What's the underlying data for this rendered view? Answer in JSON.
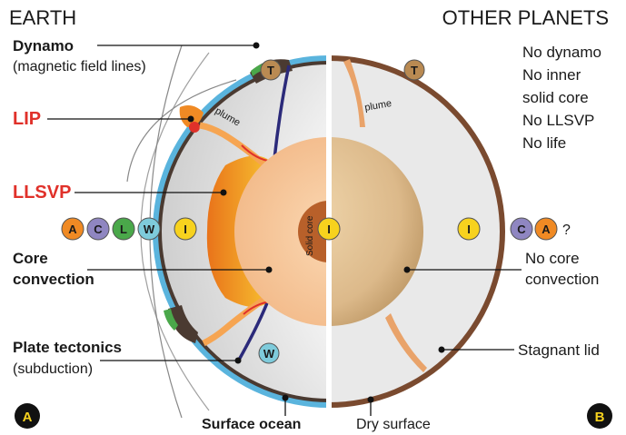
{
  "left_panel": {
    "heading": "EARTH",
    "label_dynamo": "Dynamo",
    "label_dynamo_sub": "(magnetic field lines)",
    "label_lip": "LIP",
    "label_llsvp": "LLSVP",
    "label_core_convection_1": "Core",
    "label_core_convection_2": "convection",
    "label_plate_tectonics": "Plate tectonics",
    "label_plate_tectonics_sub": "(subduction)",
    "label_surface_ocean": "Surface ocean",
    "label_plume": "plume",
    "label_solid_core": "Solid core",
    "panel_badge": "A",
    "badges": [
      "A",
      "C",
      "L",
      "W",
      "I"
    ],
    "badge_t": "T",
    "badge_w": "W"
  },
  "right_panel": {
    "heading": "OTHER PLANETS",
    "features": [
      "No dynamo",
      "No inner",
      "solid core",
      "No LLSVP",
      "No life"
    ],
    "label_no_core_1": "No core",
    "label_no_core_2": "convection",
    "label_stagnant_lid": "Stagnant lid",
    "label_dry_surface": "Dry surface",
    "label_plume": "plume",
    "panel_badge": "B",
    "badge_t": "T",
    "badge_i": "I",
    "badges": [
      "C",
      "A"
    ],
    "badge_question": "?"
  },
  "center_badge": "I",
  "colors": {
    "badge_a": "#f08a24",
    "badge_c": "#8f86c1",
    "badge_l": "#4aa84a",
    "badge_w": "#7ecbdb",
    "badge_i": "#f7d21e",
    "badge_t": "#b98a52",
    "ocean": "#5ab4dd",
    "crust": "#4a3a31",
    "lid": "#7a4a2f",
    "llsvp": "#f08a1a",
    "core_left": "#f6caa0",
    "core_right": "#d9b88a",
    "inner_core": "#b8602a",
    "label_red": "#e0312a",
    "panel_badge": "#f7d21e"
  }
}
